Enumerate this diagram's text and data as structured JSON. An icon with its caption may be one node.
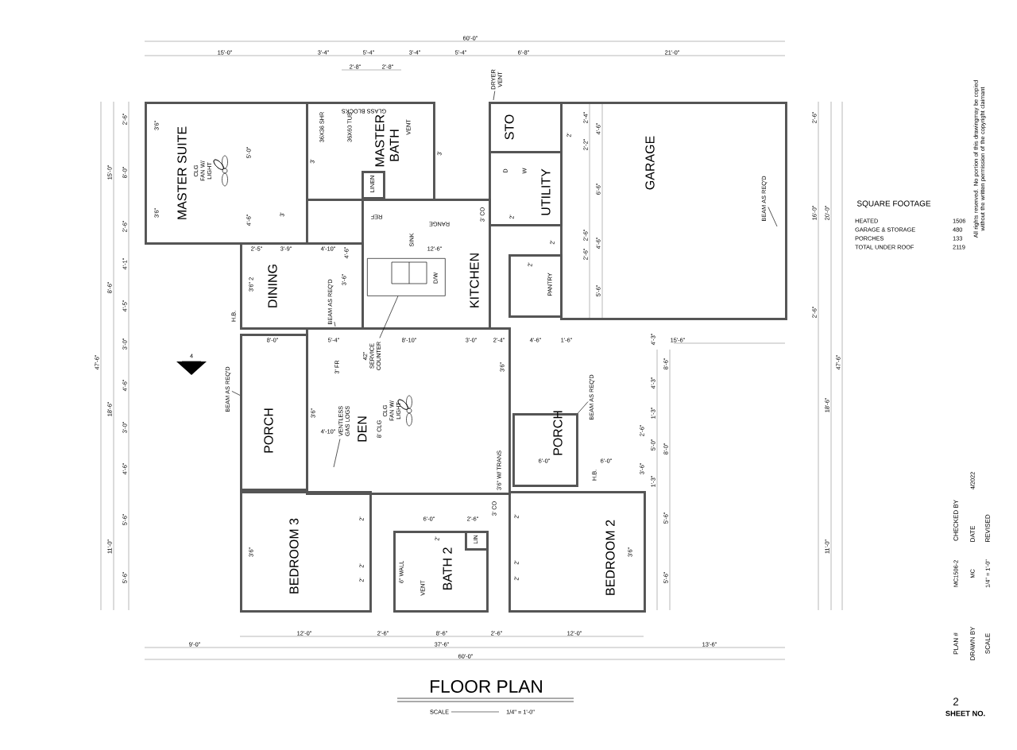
{
  "diagram": {
    "title": "FLOOR PLAN",
    "nodes": [
      {
        "text": [
          "MASTER SUITE"
        ]
      },
      {
        "text": [
          "MASTER BATH"
        ]
      },
      {
        "text": [
          "LINEN"
        ],
        "in": 1
      },
      {
        "text": [
          "STO"
        ]
      },
      {
        "text": [
          "UTILITY"
        ]
      },
      {
        "text": [
          "GARAGE"
        ]
      },
      {
        "text": [
          "DINING"
        ]
      },
      {
        "text": [
          "KITCHEN"
        ]
      },
      {
        "text": [
          "PANTRY"
        ]
      },
      {
        "text": [
          "DEN",
          "8' CLG"
        ]
      },
      {
        "text": [
          "PORCH"
        ]
      },
      {
        "text": [
          "PORCH"
        ]
      },
      {
        "text": [
          "BEDROOM 3"
        ]
      },
      {
        "text": [
          "BATH 2"
        ]
      },
      {
        "text": [
          "LIN"
        ],
        "in": 13
      },
      {
        "text": [
          "BEDROOM 2"
        ]
      },
      {
        "text": [
          "DRYER VENT"
        ]
      },
      {
        "text": [
          "BEAM AS REQ'D"
        ],
        "in": 6
      },
      {
        "text": [
          "42\" SERVICE COUNTER"
        ],
        "in": 9
      },
      {
        "text": [
          "BEAM AS REQ'D"
        ],
        "in": 5
      },
      {
        "text": [
          "BEAM AS REQ'D"
        ]
      },
      {
        "text": [
          "VENTLESS GAS LOGS"
        ],
        "in": 9
      },
      {
        "text": [
          "BEAM AS REQ'D"
        ]
      },
      {
        "text": [],
        "shape": "box",
        "in": 7
      }
    ],
    "edges": [
      {
        "from": 16,
        "to": null,
        "arrow": "none"
      },
      {
        "from": 17,
        "to": null,
        "arrow": "none"
      },
      {
        "from": 18,
        "to": 23,
        "arrow": "none"
      },
      {
        "from": 19,
        "to": null,
        "arrow": "none"
      },
      {
        "from": 20,
        "to": 10,
        "arrow": "none"
      },
      {
        "from": 21,
        "to": null,
        "arrow": "none"
      },
      {
        "from": 22,
        "to": 11,
        "arrow": "none"
      }
    ],
    "labels": [
      "60'-0\"",
      "15'-0\"",
      "3'-4\"",
      "5'-4\"",
      "3'-4\"",
      "5'-4\"",
      "6'-8\"",
      "21'-0\"",
      "2'-8\"",
      "2'-8\"",
      "47'-6\"",
      "15'-0\"",
      "8'-6\"",
      "18'-6\"",
      "11'-0\"",
      "2'-6\"",
      "8'-0\"",
      "2'-6\"",
      "4'-1\"",
      "4'-5\"",
      "3'-0\"",
      "4'-6\"",
      "3'-0\"",
      "4'-6\"",
      "5'-6\"",
      "5'-6\"",
      "2'-6\"",
      "16'-0\"",
      "2'-6\"",
      "20'-0\"",
      "47'-6\"",
      "18'-6\"",
      "11'-0\"",
      "4'-3\"",
      "8'-6\"",
      "4'-3\"",
      "1'-3\"",
      "2'-6\"",
      "5'-0\"",
      "8'-0\"",
      "3'-6\"",
      "1'-3\"",
      "5'-6\"",
      "5'-6\"",
      "2'-4\"",
      "4'-6\"",
      "2'-2\"",
      "6'-6\"",
      "2'-6\"",
      "4'-6\"",
      "2'-6\"",
      "5'-6\"",
      "12'-0\"",
      "2'-6\"",
      "8'-6\"",
      "2'-6\"",
      "12'-0\"",
      "9'-0\"",
      "37'-6\"",
      "13'-6\"",
      "60'-0\"",
      "2'-5\"",
      "3'-9\"",
      "4'-10\"",
      "4'-6\"",
      "SINK",
      "12'-6\"",
      "3'-6\"",
      "8'-0\"",
      "5'-4\"",
      "8'-10\"",
      "3'-0\"",
      "2'-4\"",
      "4'-6\"",
      "1'-6\"",
      "15'-6\"",
      "4'-10\"",
      "6'-0\"",
      "2'-6\"",
      "6'-0\"",
      "6'-0\"",
      "CLG FAN W/ LIGHT",
      "3'6\"",
      "3'6\"",
      "3'6\" 2",
      "3'6\"",
      "3'6\"",
      "3'6\"",
      "3'6\"",
      "3'6\" W/ TRANS",
      "3' CO",
      "3' CO",
      "3' FR",
      "GLASS BLOCKS",
      "36X36 SHR",
      "36X60 TUB",
      "VENT",
      "RANGE",
      "REF",
      "D/W",
      "D",
      "W",
      "H.B.",
      "H.B.",
      "6\" WALL",
      "VENT",
      "4",
      "SQUARE FOOTAGE",
      "HEATED",
      "1506",
      "GARAGE & STORAGE",
      "480",
      "PORCHES",
      "133",
      "TOTAL UNDER ROOF",
      "2119",
      "All rights reserved. No portion of this drawingmay be copied without the written permission of the copyright claimant",
      "PLAN #",
      "MC1506-2",
      "CHECKED BY",
      "DRAWN BY",
      "MC",
      "DATE",
      "4/2022",
      "SCALE",
      "1/4\" = 1'-0\"",
      "REVISED",
      "SCALE",
      "1/4\" = 1'-0\"",
      "2",
      "SHEET NO.",
      "CLG FAN W/ LIGHT",
      "2'",
      "3'",
      "3'",
      "3'",
      "2'",
      "2'",
      "2'",
      "2'",
      "2'",
      "2'",
      "2'",
      "2'",
      "2'",
      "2'",
      "5'-0\"",
      "4'-6\""
    ]
  }
}
